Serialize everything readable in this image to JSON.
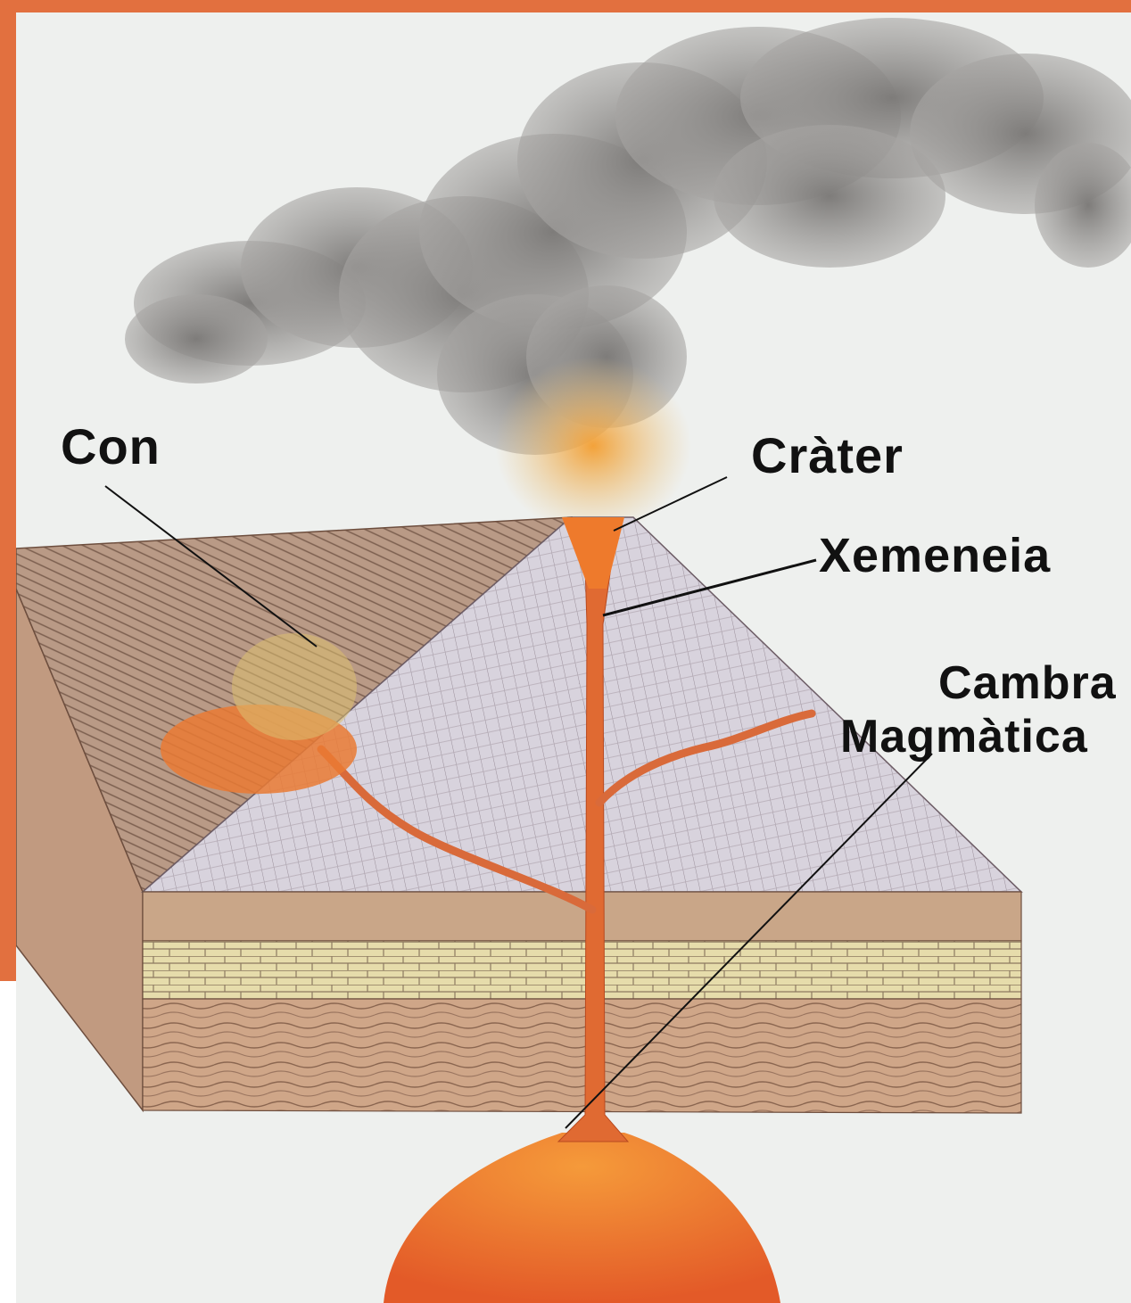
{
  "diagram": {
    "labels": {
      "con": "Con",
      "crater": "Cràter",
      "xemeneia": "Xemeneia",
      "cambra_line1": "Cambra",
      "cambra_line2": "Magmàtica"
    }
  },
  "colors": {
    "frame": "#e2703f",
    "sky": "#eef0ee",
    "smoke": "#8a8886",
    "magma": "#e8642a",
    "cone": "#d8d2dc",
    "earth": "#c9a184",
    "limestone": "#e6d9a6"
  }
}
